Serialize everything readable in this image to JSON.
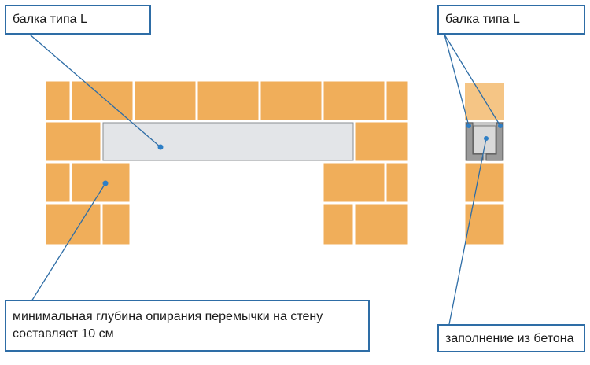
{
  "labels": {
    "beam_left": "балка типа L",
    "beam_right": "балка типа L",
    "support_depth_line1": "минимальная глубина опирания перемычки на стену",
    "support_depth_line2": "составляет 10 см",
    "concrete_fill": "заполнение из бетона"
  },
  "colors": {
    "brick": "#f0ae5a",
    "brick_top_light": "#f5c585",
    "mortar": "#ffffff",
    "lintel": "#e3e5e8",
    "lintel_border": "#8a8d91",
    "pointer_line": "#2e6da6",
    "dot": "#2e7fc6",
    "beam_section": "#9a9a9a",
    "box_border": "#2e6da6"
  }
}
